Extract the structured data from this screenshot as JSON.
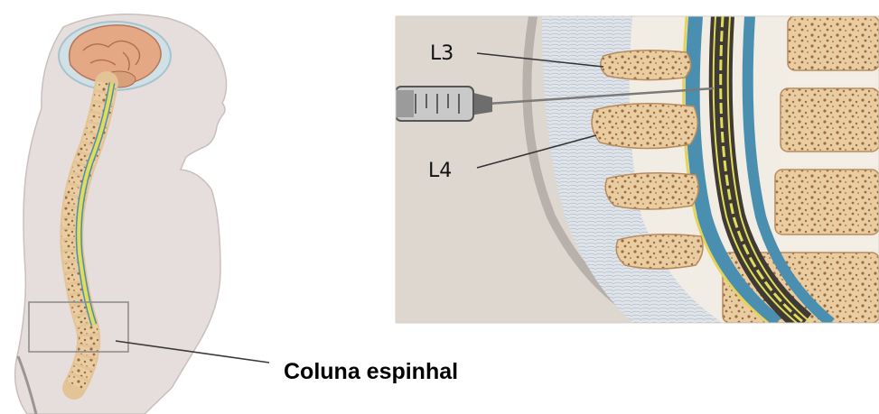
{
  "figure": {
    "caption": "Coluna espinhal",
    "inset_labels": {
      "upper_vertebra": "L3",
      "lower_vertebra": "L4"
    }
  },
  "colors": {
    "body_fill": "#e6dedd",
    "brain": "#e4a984",
    "spinal_cord": "#d8d35a",
    "csf_blue": "#4a8fb0",
    "bone": "#e8c99a",
    "bone_spots": "#8a5a3a",
    "disc": "#f3efe6"
  }
}
